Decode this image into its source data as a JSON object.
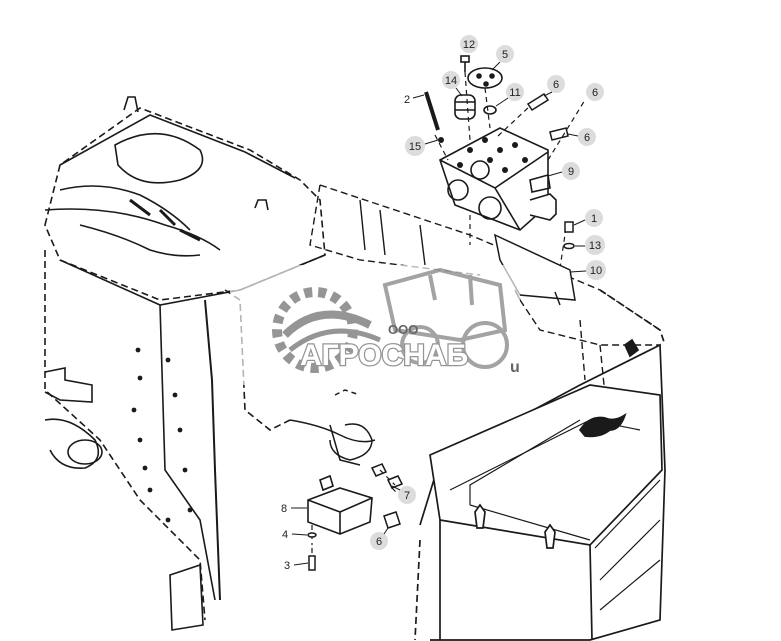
{
  "callouts": [
    {
      "label": "12"
    },
    {
      "label": "5"
    },
    {
      "label": "14"
    },
    {
      "label": "2"
    },
    {
      "label": "11"
    },
    {
      "label": "6"
    },
    {
      "label": "6"
    },
    {
      "label": "6"
    },
    {
      "label": "15"
    },
    {
      "label": "9"
    },
    {
      "label": "1"
    },
    {
      "label": "13"
    },
    {
      "label": "10"
    },
    {
      "label": "7"
    },
    {
      "label": "8"
    },
    {
      "label": "4"
    },
    {
      "label": "3"
    },
    {
      "label": "6"
    }
  ],
  "watermark": {
    "small": "ООО",
    "brand": "АГРОСНАБ",
    "suffix": "u"
  },
  "colors": {
    "line": "#1a1a1a",
    "callout_fill": "#dcdcdc",
    "watermark_gray": "#8a8a8a"
  }
}
